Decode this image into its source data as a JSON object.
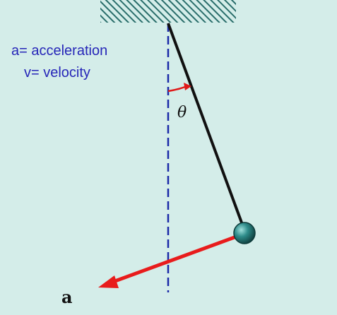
{
  "legend": {
    "acceleration": "a= acceleration",
    "velocity": "v= velocity"
  },
  "angle_label": "θ",
  "vector_label": "a",
  "colors": {
    "background": "#d4ede9",
    "ceiling_hatch": "#2a6e6b",
    "string": "#111111",
    "vertical_guide": "#1a2aa8",
    "angle_arc": "#e01818",
    "acceleration_vector": "#e81c1c",
    "bob": "#2e8c8a",
    "legend_text": "#2626b8"
  }
}
